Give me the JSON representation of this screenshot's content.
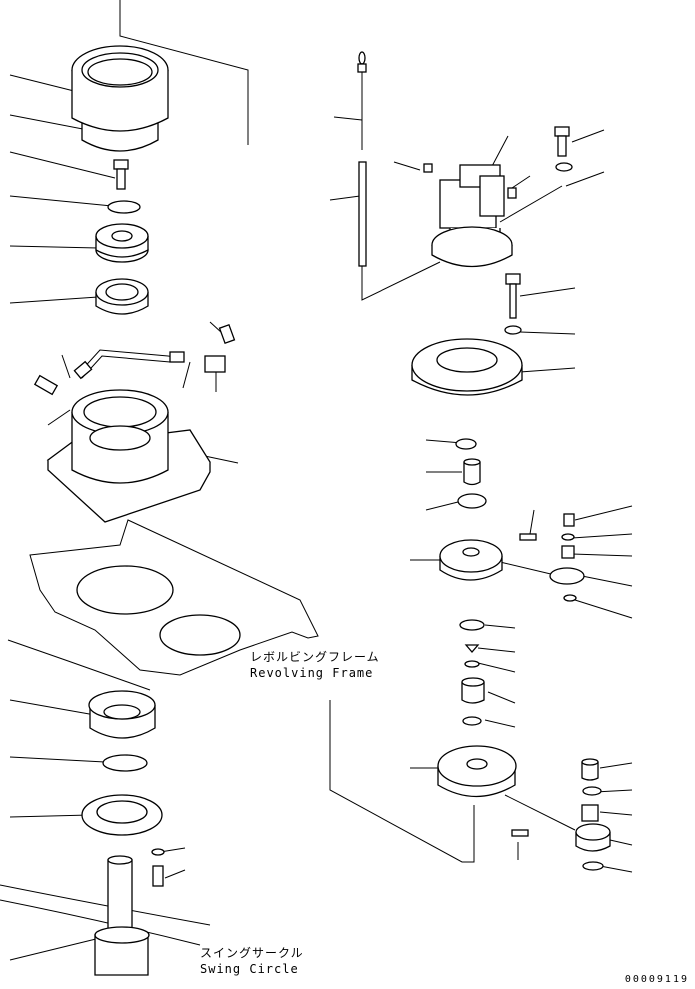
{
  "labels": {
    "revolving_frame_jp": "レボルビングフレーム",
    "revolving_frame_en": "Revolving Frame",
    "swing_circle_jp": "スイングサークル",
    "swing_circle_en": "Swing Circle"
  },
  "document_id": "00009119"
}
